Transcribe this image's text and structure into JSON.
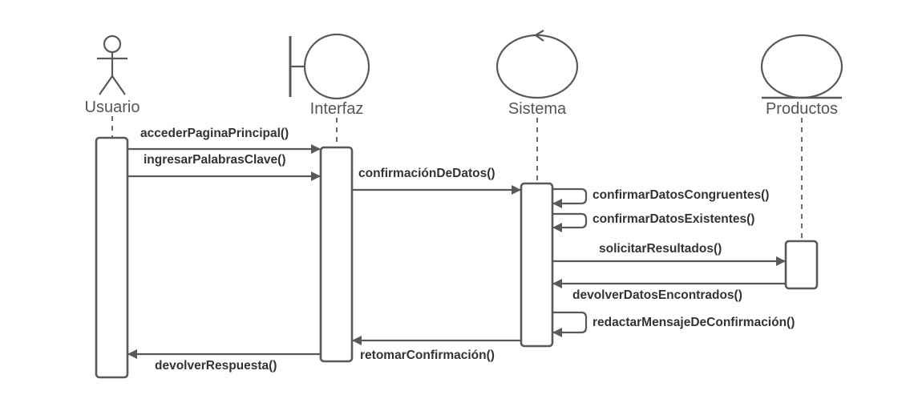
{
  "participants": {
    "usuario": "Usuario",
    "interfaz": "Interfaz",
    "sistema": "Sistema",
    "productos": "Productos"
  },
  "messages": {
    "m1": "accederPaginaPrincipal()",
    "m2": "ingresarPalabrasClave()",
    "m3": "confirmaciónDeDatos()",
    "m4": "confirmarDatosCongruentes()",
    "m5": "confirmarDatosExistentes()",
    "m6": "solicitarResultados()",
    "m7": "devolverDatosEncontrados()",
    "m8": "redactarMensajeDeConfirmación()",
    "m9": "retomarConfirmación()",
    "m10": "devolverRespuesta()"
  },
  "colors": {
    "stroke": "#595959",
    "text": "#333333",
    "background": "#ffffff"
  }
}
